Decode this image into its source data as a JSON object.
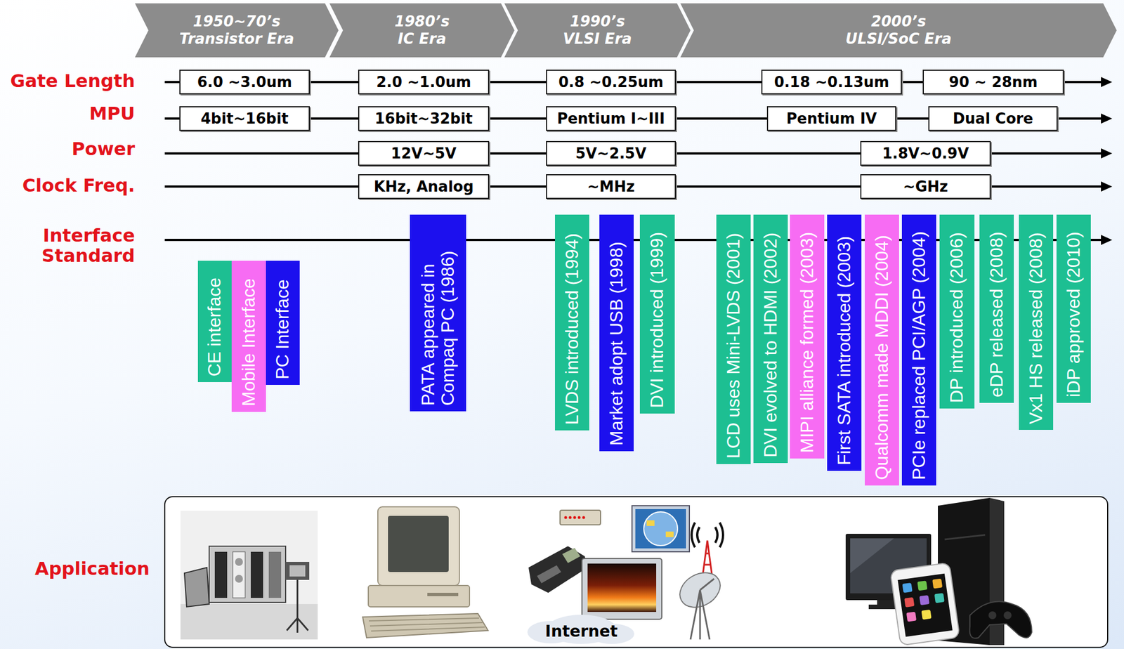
{
  "diagram": {
    "nodes": [
      {
        "text": [
          "1950~70’s",
          "Transistor Era"
        ]
      },
      {
        "text": [
          "1980’s",
          "IC Era"
        ]
      },
      {
        "text": [
          "1990’s",
          "VLSI Era"
        ]
      },
      {
        "text": [
          "2000’s",
          "ULSI/SoC Era"
        ]
      },
      {
        "text": [
          "6.0 ~3.0um"
        ]
      },
      {
        "text": [
          "2.0 ~1.0um"
        ]
      },
      {
        "text": [
          "0.8 ~0.25um"
        ]
      },
      {
        "text": [
          "0.18 ~0.13um"
        ]
      },
      {
        "text": [
          "90 ~ 28nm"
        ]
      },
      {
        "text": [
          "4bit~16bit"
        ]
      },
      {
        "text": [
          "16bit~32bit"
        ]
      },
      {
        "text": [
          "Pentium I~III"
        ]
      },
      {
        "text": [
          "Pentium IV"
        ]
      },
      {
        "text": [
          "Dual Core"
        ]
      },
      {
        "text": [
          "12V~5V"
        ]
      },
      {
        "text": [
          "5V~2.5V"
        ]
      },
      {
        "text": [
          "1.8V~0.9V"
        ]
      },
      {
        "text": [
          "KHz, Analog"
        ]
      },
      {
        "text": [
          "~MHz"
        ]
      },
      {
        "text": [
          "~GHz"
        ]
      },
      {
        "text": [
          "PATA appeared in Compaq PC (1986)"
        ]
      },
      {
        "text": [
          "LVDS introduced (1994)"
        ]
      },
      {
        "text": [
          "Market adopt USB (1998)"
        ]
      },
      {
        "text": [
          "DVI introduced (1999)"
        ]
      },
      {
        "text": [
          "LCD uses Mini-LVDS (2001)"
        ]
      },
      {
        "text": [
          "DVI evolved to HDMI (2002)"
        ]
      },
      {
        "text": [
          "MIPI alliance formed (2003)"
        ]
      },
      {
        "text": [
          "First SATA introduced (2003)"
        ]
      },
      {
        "text": [
          "Qualcomm made MDDI (2004)"
        ]
      },
      {
        "text": [
          "PCIe replaced PCI/AGP (2004)"
        ]
      },
      {
        "text": [
          "DP introduced (2006)"
        ]
      },
      {
        "text": [
          "eDP released (2008)"
        ]
      },
      {
        "text": [
          "Vx1 HS released (2008)"
        ]
      },
      {
        "text": [
          "iDP approved (2010)"
        ]
      }
    ],
    "edges": [
      {
        "from": 4,
        "to": 5,
        "arrow": "none"
      },
      {
        "from": 5,
        "to": 6,
        "arrow": "none"
      },
      {
        "from": 6,
        "to": 7,
        "arrow": "none"
      },
      {
        "from": 7,
        "to": 8,
        "arrow": "none"
      },
      {
        "from": 9,
        "to": 10,
        "arrow": "none"
      },
      {
        "from": 10,
        "to": 11,
        "arrow": "none"
      },
      {
        "from": 11,
        "to": 12,
        "arrow": "none"
      },
      {
        "from": 12,
        "to": 13,
        "arrow": "none"
      },
      {
        "from": 14,
        "to": 15,
        "arrow": "none"
      },
      {
        "from": 15,
        "to": 16,
        "arrow": "none"
      },
      {
        "from": 17,
        "to": 18,
        "arrow": "none"
      },
      {
        "from": 18,
        "to": 19,
        "arrow": "none"
      }
    ],
    "labels": [
      "Gate Length",
      "MPU",
      "Power",
      "Clock Freq.",
      "Interface Standard",
      "Application",
      "Internet"
    ],
    "legend": [
      {
        "text": "CE interface",
        "color": "#1dbf92"
      },
      {
        "text": "Mobile Interface",
        "color": "#f76cf3"
      },
      {
        "text": "PC Interface",
        "color": "#1c10ee"
      }
    ]
  }
}
